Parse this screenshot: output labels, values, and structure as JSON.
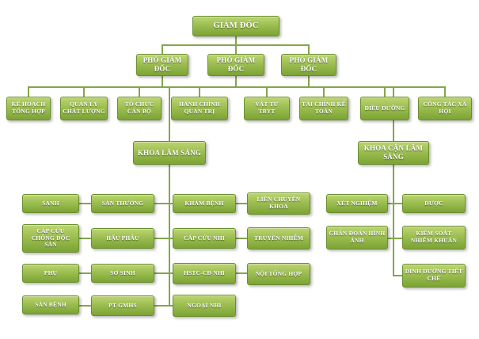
{
  "org": {
    "root": "GIÁM ĐỐC",
    "deputies": [
      "PHÓ GIÁM ĐỐC",
      "PHÓ GIÁM ĐỐC",
      "PHÓ GIÁM ĐỐC"
    ],
    "departments": [
      "KẾ HOẠCH TỔNG HỢP",
      "QUẢN LÝ CHẤT LƯỢNG",
      "TỔ CHỨC CÁN BỘ",
      "HÀNH CHÍNH QUẢN TRỊ",
      "VẬT TƯ TBYT",
      "TÀI CHÍNH KẾ TOÁN",
      "ĐIỀU DƯỠNG",
      "CÔNG TÁC XÃ HỘI"
    ],
    "clinical": {
      "label": "KHOA LÂM SÀNG",
      "col1": [
        "SANH",
        "CẤP CỨU CHỐNG ĐỘC SẢN",
        "PHỤ",
        "SẢN BỆNH"
      ],
      "col2": [
        "SẢN THƯỜNG",
        "HẬU PHẪU",
        "SƠ SINH",
        "PT-GMHS"
      ],
      "col3": [
        "KHÁM BỆNH",
        "CẤP CỨU NHI",
        "HSTC-CĐ NHI",
        "NGOẠI NHI"
      ],
      "col4": [
        "LIÊN CHUYÊN KHOA",
        "TRUYỀN NHIỄM",
        "NỘI TỔNG HỢP"
      ]
    },
    "paraclinical": {
      "label": "KHOA CẬN LÂM SÀNG",
      "col1": [
        "XÉT NGHIỆM",
        "CHẨN ĐOÁN HÌNH ẢNH"
      ],
      "col2": [
        "DƯỢC",
        "KIỂM SOÁT NHIỄM KHUẨN",
        "DINH DƯỠNG TIẾT CHẾ"
      ]
    },
    "colors": {
      "box_top": "#bdd573",
      "box_mid": "#9cbe51",
      "box_bottom": "#7ca335",
      "box_border": "#6a8f2e",
      "line": "#84a64b",
      "text": "#ffffff"
    }
  }
}
